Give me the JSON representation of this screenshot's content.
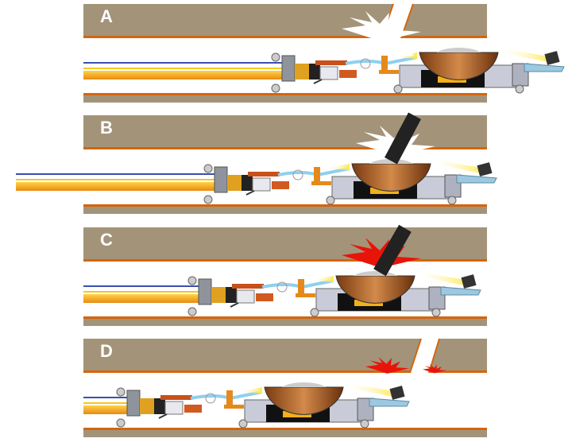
{
  "panels": [
    {
      "label": "A",
      "stage": "cutting-upward"
    },
    {
      "label": "B",
      "stage": "cutter-raised"
    },
    {
      "label": "C",
      "stage": "cutting-with-sparks"
    },
    {
      "label": "D",
      "stage": "completed-opening"
    }
  ],
  "colors": {
    "pipe_wall": "#a39479",
    "pipe_edge": "#d4650f",
    "hose": "#f5a21a",
    "body": "#c9ccd8",
    "spark_red": "#e8140a"
  }
}
